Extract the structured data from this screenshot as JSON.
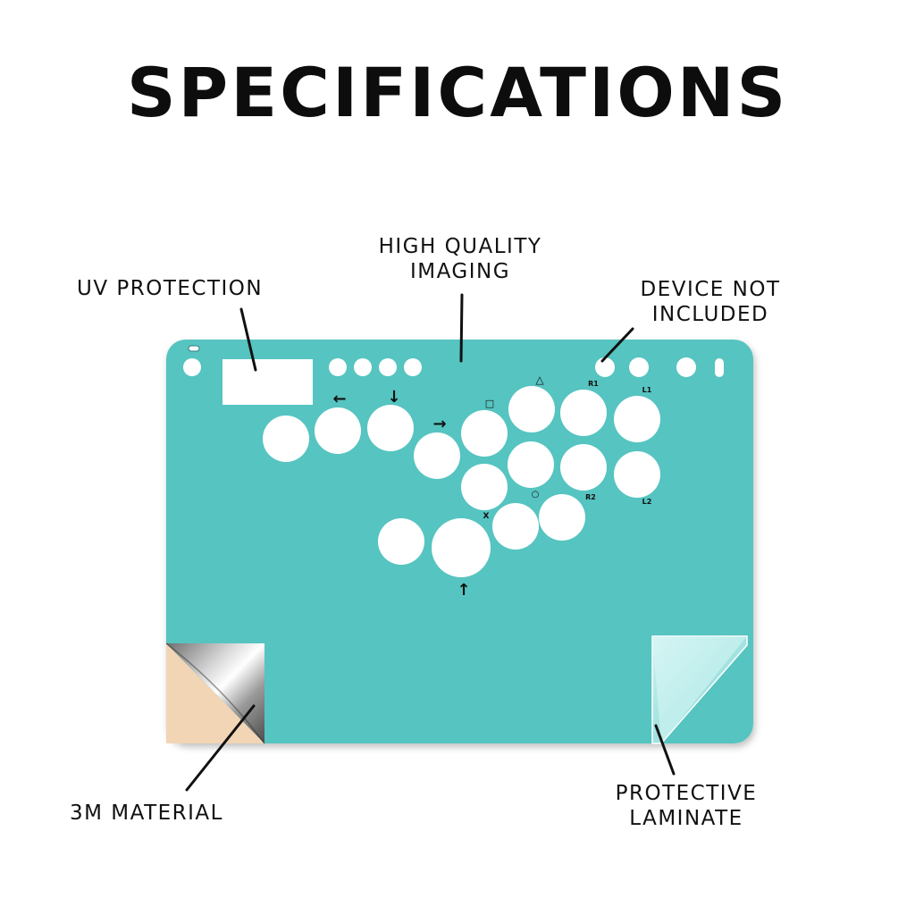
{
  "title": "SPECIFICATIONS",
  "callouts": {
    "uv_protection": "UV PROTECTION",
    "high_quality_line1": "HIGH QUALITY",
    "high_quality_line2": "IMAGING",
    "device_line1": "DEVICE NOT",
    "device_line2": "INCLUDED",
    "material": "3M MATERIAL",
    "laminate_line1": "PROTECTIVE",
    "laminate_line2": "LAMINATE"
  },
  "button_labels": {
    "left_arrow": "←",
    "down_arrow": "↓",
    "right_arrow": "→",
    "up_arrow": "↑",
    "square": "□",
    "triangle": "△",
    "circle": "○",
    "cross": "X",
    "r1": "R1",
    "l1": "L1",
    "r2": "R2",
    "l2": "L2"
  },
  "colors": {
    "panel": "#57c4c1",
    "peel_back": "#f2d5b5",
    "text": "#111111"
  }
}
